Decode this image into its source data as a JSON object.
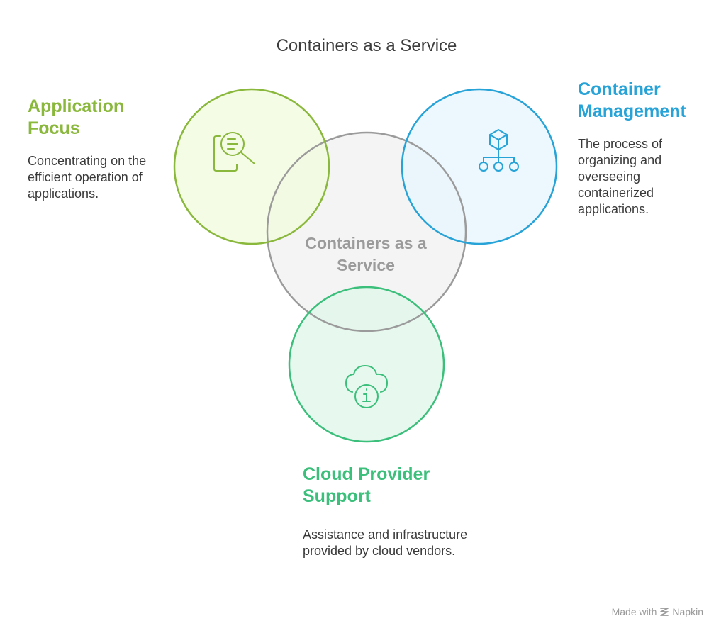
{
  "title": "Containers as a Service",
  "center": {
    "label": "Containers as a Service"
  },
  "nodes": {
    "application_focus": {
      "heading": "Application Focus",
      "description": "Concentrating on the efficient operation of applications.",
      "icon": "document-search-icon",
      "color": "#8ab83c",
      "fill": "#f3fbdf"
    },
    "container_management": {
      "heading": "Container Management",
      "description": "The process of organizing and overseeing containerized applications.",
      "icon": "cube-hierarchy-icon",
      "color": "#27a3d8",
      "fill": "#e8f7fd"
    },
    "cloud_provider_support": {
      "heading": "Cloud Provider Support",
      "description": "Assistance and infrastructure provided by cloud vendors.",
      "icon": "cloud-info-icon",
      "color": "#3dbf7c",
      "fill": "#e2f8ec"
    }
  },
  "center_colors": {
    "stroke": "#9b9b9b",
    "fill": "#f4f4f4"
  },
  "footer": {
    "made_with": "Made with",
    "brand": "Napkin",
    "icon": "napkin-logo-icon"
  }
}
